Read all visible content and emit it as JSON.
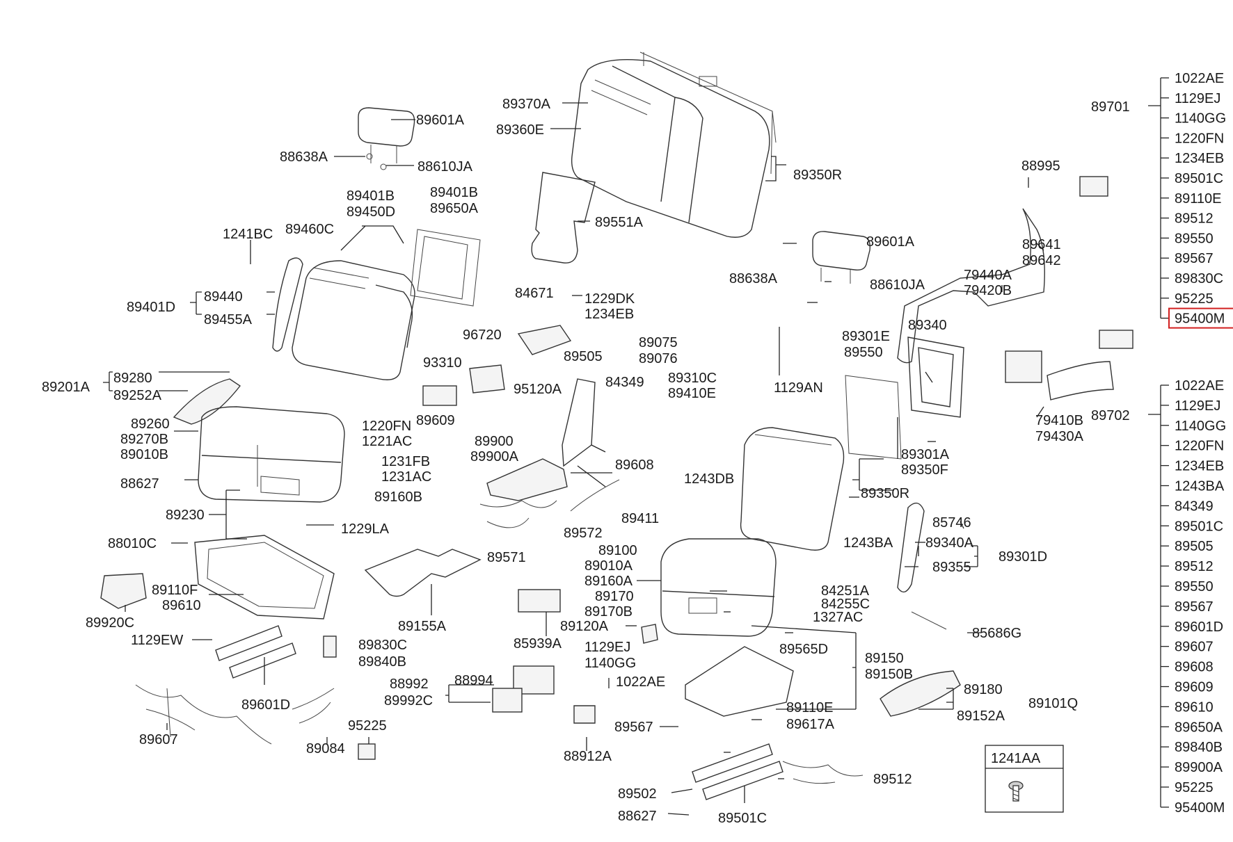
{
  "labels": {
    "p89601A_1": "89601A",
    "p88638A_1": "88638A",
    "p88610JA_1": "88610JA",
    "p89370A": "89370A",
    "p89360E": "89360E",
    "p89350R_1": "89350R",
    "p89551A": "89551A",
    "p89401B_1": "89401B",
    "p89450D": "89450D",
    "p89401B_2": "89401B",
    "p89650A": "89650A",
    "p1241BC": "1241BC",
    "p89460C": "89460C",
    "p89440": "89440",
    "p89401D": "89401D",
    "p89455A": "89455A",
    "p89601A_2": "89601A",
    "p88638A_2": "88638A",
    "p88610JA_2": "88610JA",
    "p88995": "88995",
    "p89641": "89641",
    "p89642": "89642",
    "p79440A": "79440A",
    "p79420B": "79420B",
    "p84671": "84671",
    "p1229DK": "1229DK",
    "p1234EB": "1234EB",
    "p96720": "96720",
    "p89505": "89505",
    "p89075": "89075",
    "p89076": "89076",
    "p89301E": "89301E",
    "p89550": "89550",
    "p89340": "89340",
    "p89280": "89280",
    "p89201A": "89201A",
    "p89252A": "89252A",
    "p93310": "93310",
    "p84349": "84349",
    "p89310C": "89310C",
    "p89410E": "89410E",
    "p95120A": "95120A",
    "p1129AN": "1129AN",
    "p89260": "89260",
    "p89270B": "89270B",
    "p89010B": "89010B",
    "p1220FN": "1220FN",
    "p1221AC": "1221AC",
    "p89609": "89609",
    "p89900": "89900",
    "p89900A": "89900A",
    "p1231FB": "1231FB",
    "p1231AC": "1231AC",
    "p89608": "89608",
    "p89301A": "89301A",
    "p89350F": "89350F",
    "p88627_1": "88627",
    "p1243DB": "1243DB",
    "p89350R_2": "89350R",
    "p89160B": "89160B",
    "p89411": "89411",
    "p85746": "85746",
    "p89230": "89230",
    "p1229LA": "1229LA",
    "p89572": "89572",
    "p1243BA": "1243BA",
    "p89340A": "89340A",
    "p89301D": "89301D",
    "p88010C": "88010C",
    "p89571": "89571",
    "p89100": "89100",
    "p89010A": "89010A",
    "p89355": "89355",
    "p89160A": "89160A",
    "p89170": "89170",
    "p89170B": "89170B",
    "p84251A": "84251A",
    "p84255C": "84255C",
    "p1327AC": "1327AC",
    "p89110F": "89110F",
    "p89610": "89610",
    "p89920C": "89920C",
    "p89155A": "89155A",
    "p89120A": "89120A",
    "p85686G": "85686G",
    "p85939A": "85939A",
    "p1129EW": "1129EW",
    "p89830C": "89830C",
    "p89840B": "89840B",
    "p1129EJ": "1129EJ",
    "p1140GG": "1140GG",
    "p89565D": "89565D",
    "p89150": "89150",
    "p89150B": "89150B",
    "p89180": "89180",
    "p88992": "88992",
    "p88994": "88994",
    "p89992C": "89992C",
    "p1022AE": "1022AE",
    "p89110E": "89110E",
    "p89101Q": "89101Q",
    "p89152A": "89152A",
    "p89601D": "89601D",
    "p95225": "95225",
    "p89607": "89607",
    "p89084": "89084",
    "p89567": "89567",
    "p89617A": "89617A",
    "p88912A": "88912A",
    "p89512": "89512",
    "p89502": "89502",
    "p88627_2": "88627",
    "p89501C": "89501C",
    "p79410B": "79410B",
    "p79430A": "79430A"
  },
  "kit_89701": {
    "label": "89701",
    "items": [
      "1022AE",
      "1129EJ",
      "1140GG",
      "1220FN",
      "1234EB",
      "89501C",
      "89110E",
      "89512",
      "89550",
      "89567",
      "89830C",
      "95225",
      "95400M"
    ],
    "highlighted": "95400M",
    "highlight_color": "#d21f1f"
  },
  "kit_89702": {
    "label": "89702",
    "items": [
      "1022AE",
      "1129EJ",
      "1140GG",
      "1220FN",
      "1234EB",
      "1243BA",
      "84349",
      "89501C",
      "89505",
      "89512",
      "89550",
      "89567",
      "89601D",
      "89607",
      "89608",
      "89609",
      "89610",
      "89650A",
      "89840B",
      "89900A",
      "95225",
      "95400M"
    ]
  },
  "callout_box": {
    "label": "1241AA",
    "icon": "bolt-icon"
  }
}
